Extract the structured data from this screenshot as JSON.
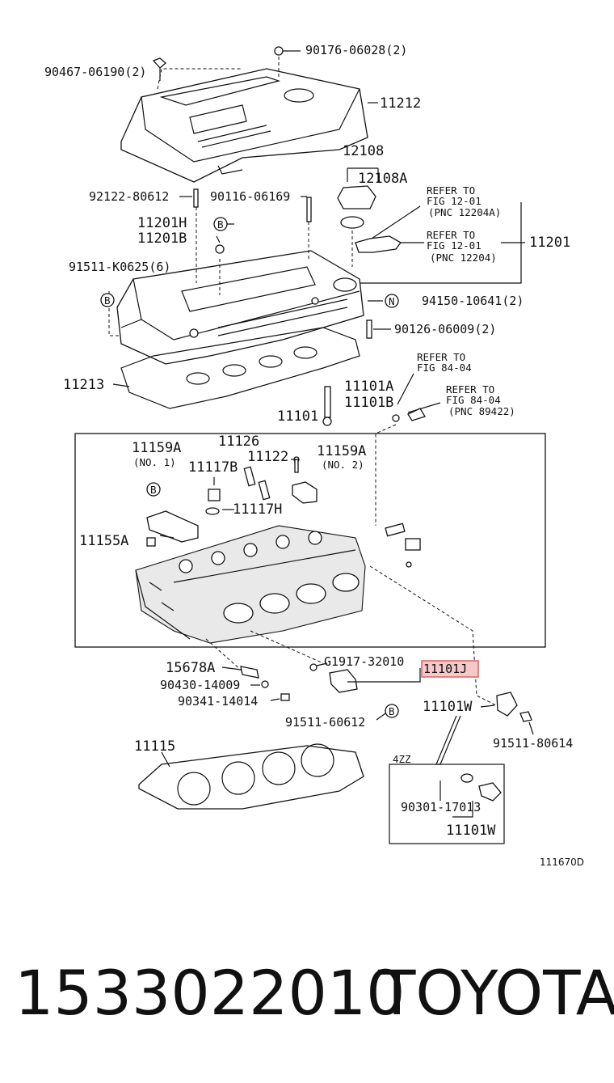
{
  "labels": {
    "l_90176": "90176-06028(2)",
    "l_90467": "90467-06190(2)",
    "l_11212": "11212",
    "l_12108": "12108",
    "l_12108A": "12108A",
    "l_92122": "92122-80612",
    "l_90116": "90116-06169",
    "l_refer1_a": "REFER TO",
    "l_refer1_b": "FIG 12-01",
    "l_refer1_c": "(PNC 12204A)",
    "l_refer2_a": "REFER TO",
    "l_refer2_b": "FIG 12-01",
    "l_refer2_c": "(PNC 12204)",
    "l_11201": "11201",
    "l_11201H": "11201H",
    "l_11201B": "11201B",
    "l_91511k": "91511-K0625(6)",
    "l_94150": "94150-10641(2)",
    "l_90126": "90126-06009(2)",
    "l_11213": "11213",
    "l_refer3_a": "REFER TO",
    "l_refer3_b": "FIG 84-04",
    "l_refer4_a": "REFER TO",
    "l_refer4_b": "FIG 84-04",
    "l_refer4_c": "(PNC 89422)",
    "l_11101A": "11101A",
    "l_11101B": "11101B",
    "l_11101": "11101",
    "l_11159A_1": "11159A",
    "l_no1": "(NO. 1)",
    "l_11126": "11126",
    "l_11117B": "11117B",
    "l_11122": "11122",
    "l_11159A_2": "11159A",
    "l_no2": "(NO. 2)",
    "l_11117H": "11117H",
    "l_11155A": "11155A",
    "l_15678A": "15678A",
    "l_g1917": "G1917-32010",
    "l_11101J": "11101J",
    "l_90430": "90430-14009",
    "l_90341": "90341-14014",
    "l_91511_60612": "91511-60612",
    "l_11101W": "11101W",
    "l_91511_80614": "91511-80614",
    "l_11115": "11115",
    "l_4zz": "4ZZ",
    "l_90301": "90301-17013",
    "l_11101W_2": "11101W",
    "l_fig": "111670D",
    "m_B1": "B",
    "m_B2": "B",
    "m_B3": "B",
    "m_B4": "B",
    "m_N": "N"
  },
  "footer": {
    "part_number": "1533022010",
    "brand": "TOYOTA"
  },
  "colors": {
    "ink": "#111111",
    "highlight_fill": "#f6c9c9",
    "highlight_stroke": "#e06060"
  }
}
